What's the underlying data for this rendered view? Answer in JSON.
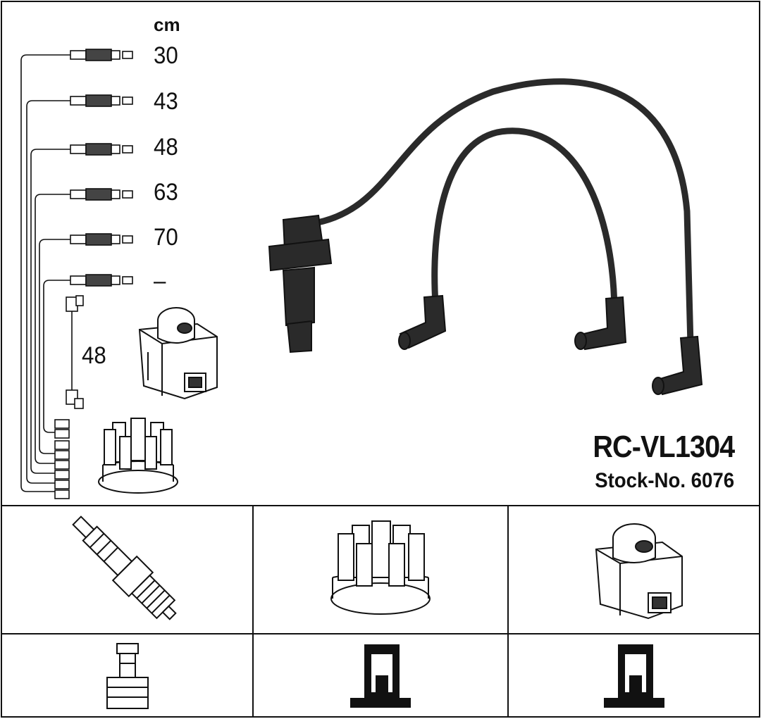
{
  "header": {
    "unit_label": "cm"
  },
  "lengths": [
    "30",
    "43",
    "48",
    "63",
    "70",
    "–"
  ],
  "coil_lead_length": "48",
  "product": {
    "model": "RC-VL1304",
    "stock_number": "Stock-No. 6076"
  },
  "icons": {
    "kit_wires": "ignition-wire-set-icon",
    "coil": "ignition-coil-icon",
    "distributor_cap": "distributor-cap-icon",
    "spark_plug": "spark-plug-icon",
    "terminal_plug": "spark-plug-terminal-icon",
    "terminal_cap": "distributor-terminal-icon",
    "terminal_coil": "coil-terminal-icon"
  },
  "colors": {
    "line": "#111111",
    "background": "#ffffff",
    "wire": "#2a2a2a"
  }
}
